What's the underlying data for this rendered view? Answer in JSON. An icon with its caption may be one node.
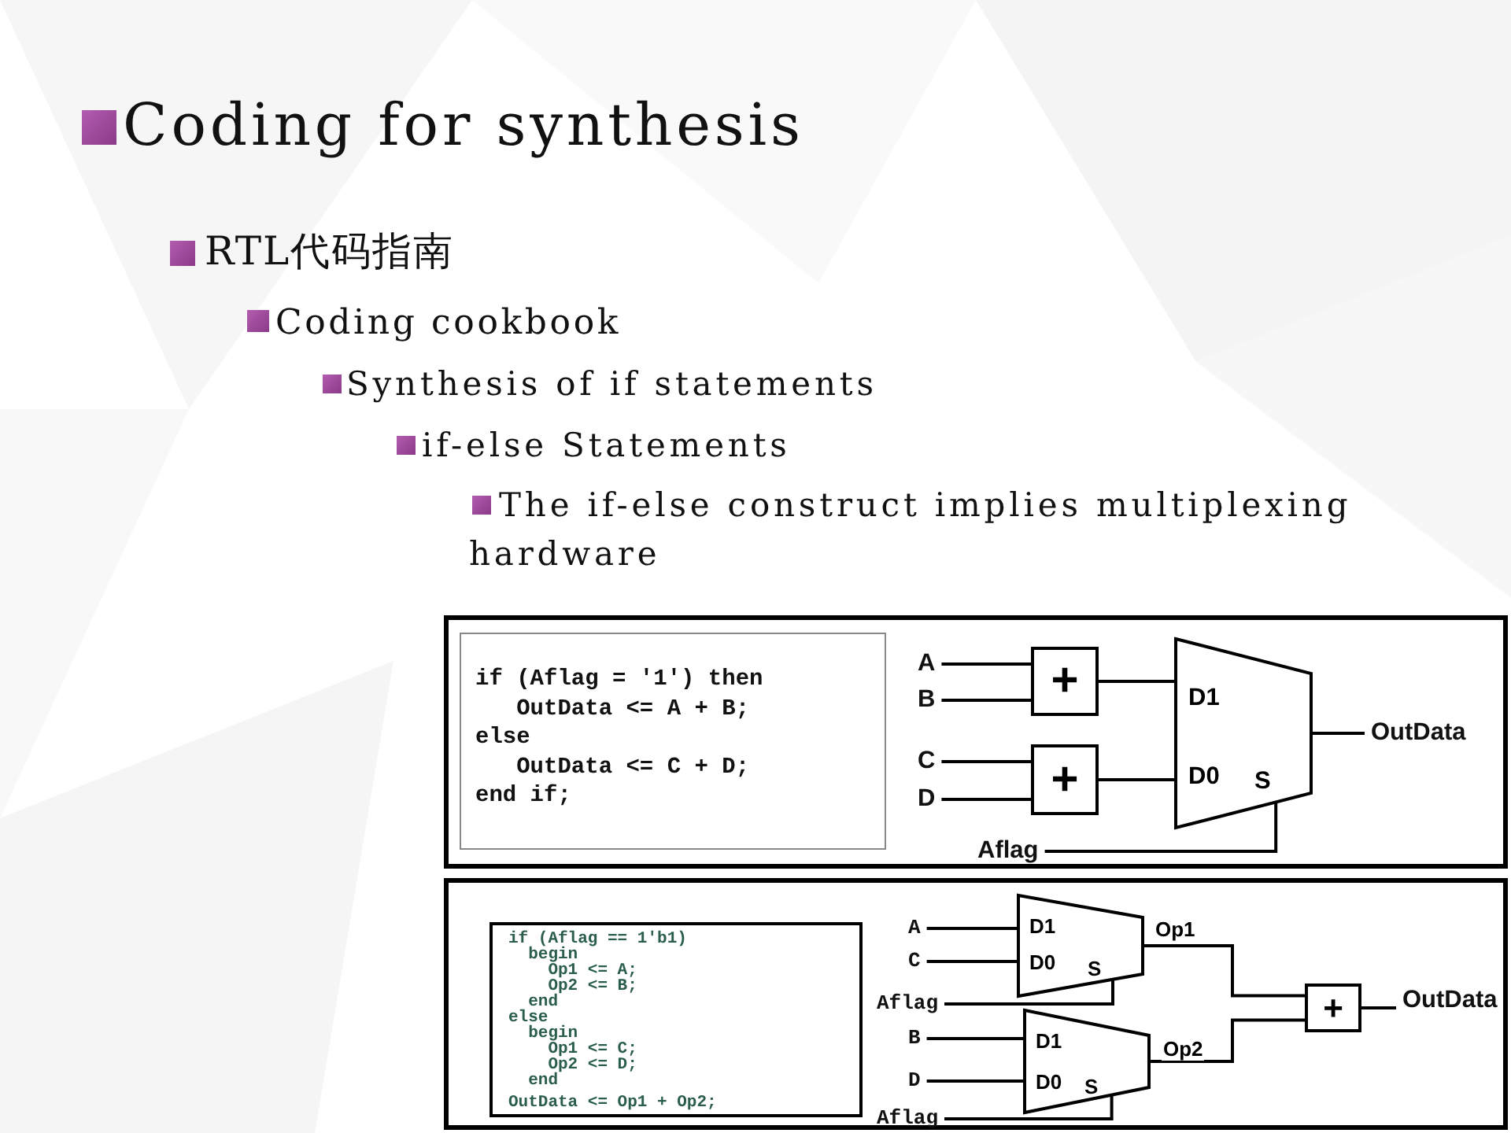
{
  "diagram": {
    "title": "Coding for synthesis",
    "nodes": [
      {
        "text": [],
        "shape": "box"
      },
      {
        "text": [
          "if (Aflag = '1') then",
          "   OutData <= A + B;",
          "else",
          "   OutData <= C + D;",
          "end if;"
        ],
        "in": 0
      },
      {
        "text": [
          "A"
        ],
        "in": 0
      },
      {
        "text": [
          "B"
        ],
        "in": 0
      },
      {
        "text": [
          "C"
        ],
        "in": 0
      },
      {
        "text": [
          "D"
        ],
        "in": 0
      },
      {
        "text": [
          "+"
        ],
        "in": 0
      },
      {
        "text": [
          "+"
        ],
        "in": 0
      },
      {
        "text": [
          "D1",
          "D0",
          "S"
        ],
        "in": 0
      },
      {
        "text": [
          "OutData"
        ],
        "in": 0
      },
      {
        "text": [
          "Aflag"
        ],
        "in": 0
      },
      {
        "text": [],
        "shape": "box"
      },
      {
        "text": [
          "if (Aflag == 1'b1)",
          "  begin",
          "    Op1 <= A;",
          "    Op2 <= B;",
          "  end",
          "else",
          "  begin",
          "    Op1 <= C;",
          "    Op2 <= D;",
          "  end",
          "OutData <= Op1 + Op2;"
        ],
        "in": 11
      },
      {
        "text": [
          "A"
        ],
        "in": 11
      },
      {
        "text": [
          "C"
        ],
        "in": 11
      },
      {
        "text": [
          "Aflag"
        ],
        "in": 11
      },
      {
        "text": [
          "B"
        ],
        "in": 11
      },
      {
        "text": [
          "D"
        ],
        "in": 11
      },
      {
        "text": [
          "Aflag"
        ],
        "in": 11
      },
      {
        "text": [
          "D1",
          "D0",
          "S"
        ],
        "in": 11
      },
      {
        "text": [
          "D1",
          "D0",
          "S"
        ],
        "in": 11
      },
      {
        "text": [
          "+"
        ],
        "in": 11
      },
      {
        "text": [
          "OutData"
        ],
        "in": 11
      }
    ],
    "edges": [
      {
        "from": 2,
        "to": 6,
        "arrow": "none"
      },
      {
        "from": 3,
        "to": 6,
        "arrow": "none"
      },
      {
        "from": 4,
        "to": 7,
        "arrow": "none"
      },
      {
        "from": 5,
        "to": 7,
        "arrow": "none"
      },
      {
        "from": 6,
        "to": 8,
        "arrow": "none"
      },
      {
        "from": 7,
        "to": 8,
        "arrow": "none"
      },
      {
        "from": 8,
        "to": 9,
        "arrow": "none"
      },
      {
        "from": 10,
        "to": 8,
        "arrow": "none"
      },
      {
        "from": 13,
        "to": 19,
        "arrow": "none"
      },
      {
        "from": 14,
        "to": 19,
        "arrow": "none"
      },
      {
        "from": 15,
        "to": 19,
        "arrow": "none"
      },
      {
        "from": 16,
        "to": 20,
        "arrow": "none"
      },
      {
        "from": 17,
        "to": 20,
        "arrow": "none"
      },
      {
        "from": 18,
        "to": 20,
        "arrow": "none"
      },
      {
        "from": 19,
        "to": 21,
        "arrow": "none",
        "label": "Op1"
      },
      {
        "from": 20,
        "to": 21,
        "arrow": "none",
        "label": "Op2"
      },
      {
        "from": 21,
        "to": 22,
        "arrow": "none"
      }
    ],
    "labels": [
      "RTL代码指南",
      "Coding cookbook",
      "Synthesis of if statements",
      "if-else Statements",
      "The if-else construct implies multiplexing hardware"
    ]
  }
}
